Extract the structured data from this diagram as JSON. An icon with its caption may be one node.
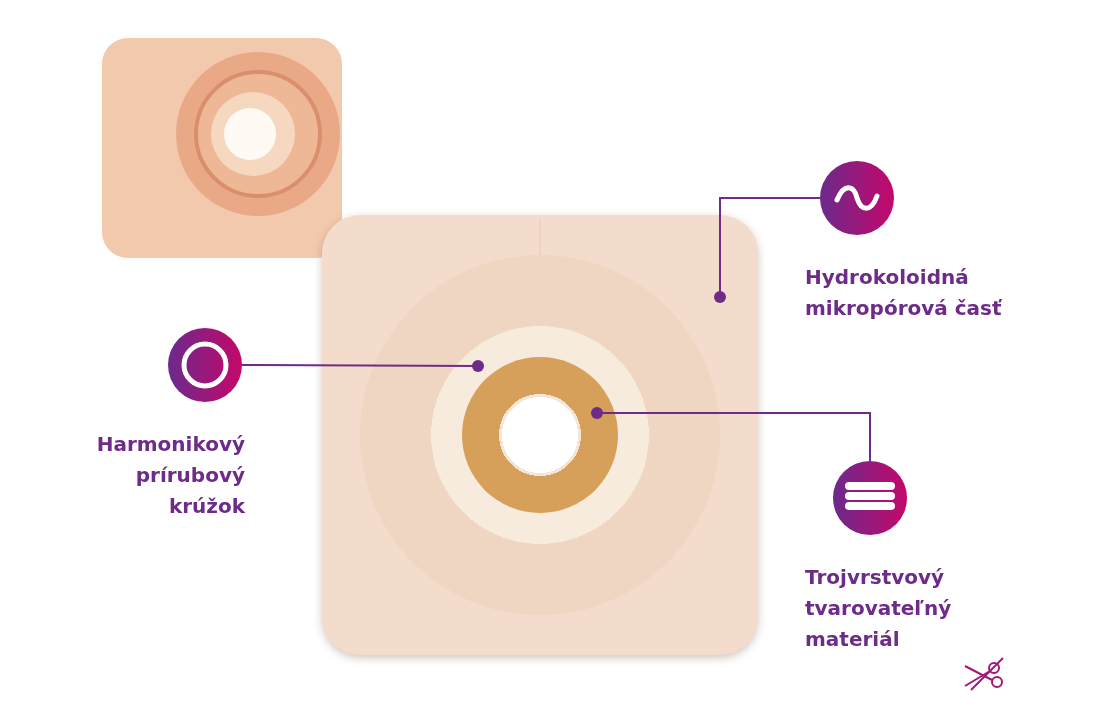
{
  "diagram": {
    "nodes": [
      {
        "text": [],
        "shape": "picture"
      },
      {
        "text": [],
        "shape": "circle",
        "in": 0
      },
      {
        "text": [],
        "shape": "circle",
        "in": 1
      },
      {
        "text": [
          "Hydrokoloidná mikropórová časť"
        ]
      },
      {
        "text": [
          "Harmonikový prírubový krúžok"
        ]
      },
      {
        "text": [
          "Trojvrstvový tvarovateľný materiál"
        ]
      }
    ],
    "edges": [
      {
        "from": 3,
        "to": 0,
        "arrow": "other"
      },
      {
        "from": 4,
        "to": 1,
        "arrow": "other"
      },
      {
        "from": 5,
        "to": 2,
        "arrow": "other"
      }
    ]
  }
}
